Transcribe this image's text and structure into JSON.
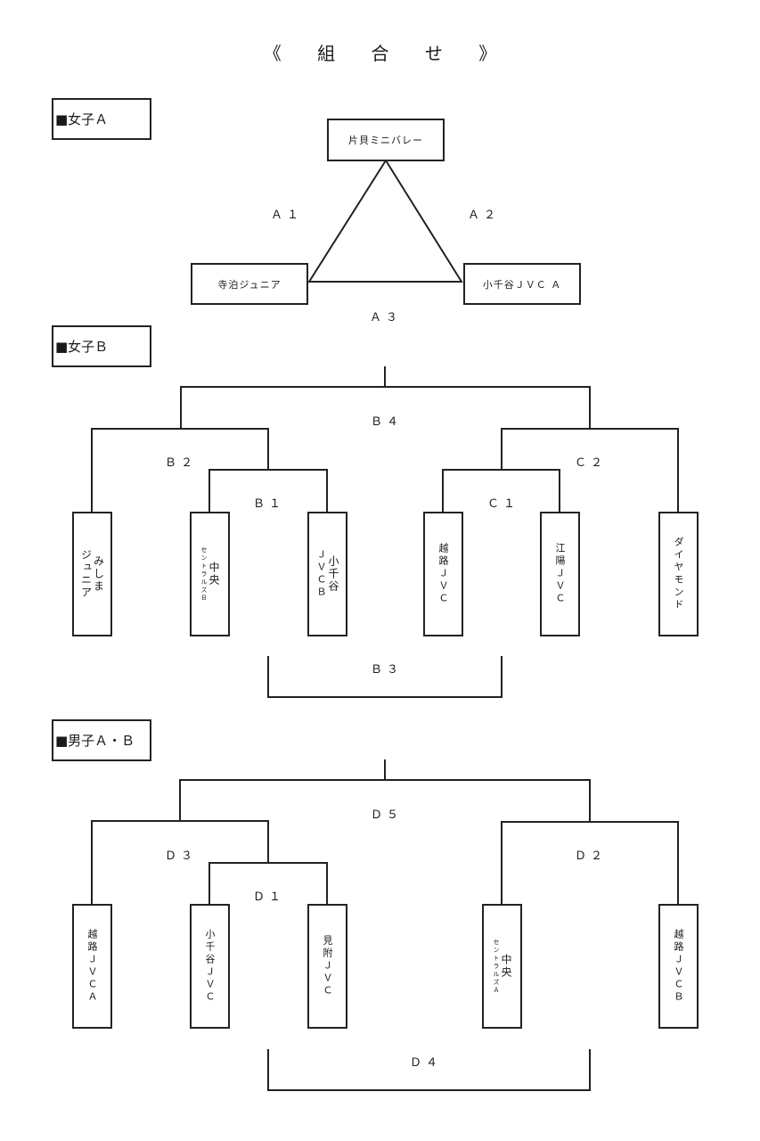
{
  "title": {
    "open": "《",
    "chars": [
      "組",
      "合",
      "せ"
    ],
    "close": "》"
  },
  "sections": {
    "girls_a": {
      "label": "■女子Ａ",
      "teams": {
        "top": "片貝ミニバレー",
        "left": "寺泊ジュニア",
        "right": "小千谷ＪＶＣ Ａ"
      },
      "matches": {
        "a1": "Ａ１",
        "a2": "Ａ２",
        "a3": "Ａ３"
      }
    },
    "girls_b": {
      "label": "■女子Ｂ",
      "teams": [
        {
          "id": "mishima",
          "columns": [
            "みしま",
            "ジュニア"
          ]
        },
        {
          "id": "chuo-b",
          "columns": [
            "中央",
            "セントラルズＢ"
          ]
        },
        {
          "id": "ojiya-b",
          "columns": [
            "小千谷",
            "ＪＶＣＢ"
          ]
        },
        {
          "id": "koshiji",
          "columns": [
            "越路ＪＶＣ"
          ]
        },
        {
          "id": "koyo",
          "columns": [
            "江陽ＪＶＣ"
          ]
        },
        {
          "id": "diamond",
          "columns": [
            "ダイヤモンド"
          ]
        }
      ],
      "matches": {
        "b1": "Ｂ１",
        "b2": "Ｂ２",
        "b3": "Ｂ３",
        "b4": "Ｂ４",
        "c1": "Ｃ１",
        "c2": "Ｃ２"
      }
    },
    "boys_ab": {
      "label": "■男子Ａ・Ｂ",
      "teams": [
        {
          "id": "koshiji-a",
          "columns": [
            "越路ＪＶＣＡ"
          ]
        },
        {
          "id": "ojiya",
          "columns": [
            "小千谷ＪＶＣ"
          ]
        },
        {
          "id": "mitsuke",
          "columns": [
            "見附ＪＶＣ"
          ]
        },
        {
          "id": "chuo-a",
          "columns": [
            "中央",
            "セントラルズＡ"
          ]
        },
        {
          "id": "koshiji-b",
          "columns": [
            "越路ＪＶＣＢ"
          ]
        }
      ],
      "matches": {
        "d1": "Ｄ１",
        "d2": "Ｄ２",
        "d3": "Ｄ３",
        "d4": "Ｄ４",
        "d5": "Ｄ５"
      }
    }
  }
}
